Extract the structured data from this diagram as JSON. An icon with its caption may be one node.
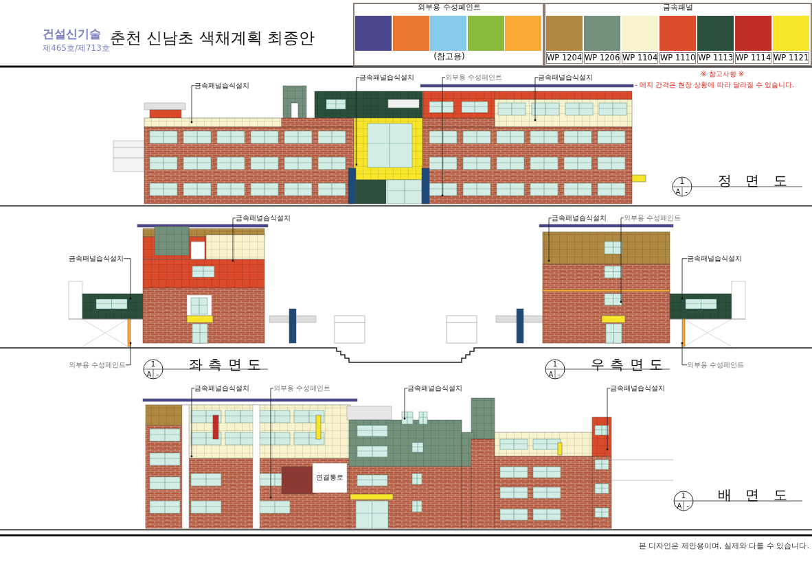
{
  "diagram": {
    "title": "춘천 신남초 색채계획 최종안",
    "nodes": [
      {
        "text": [
          "금속패널습식설치"
        ]
      },
      {
        "text": [
          "금속패널습식설치"
        ]
      },
      {
        "text": [
          "외부용 수성페인트"
        ]
      },
      {
        "text": [
          "금속패널습식설치"
        ]
      },
      {
        "text": [
          "금속패널습식설치"
        ]
      },
      {
        "text": [
          "금속패널습식설치"
        ]
      },
      {
        "text": [
          "외부용 수성페인트"
        ]
      },
      {
        "text": [
          "금속패널습식설치"
        ]
      },
      {
        "text": [
          "외부용 수성페인트"
        ]
      },
      {
        "text": [
          "금속패널습식설치"
        ]
      },
      {
        "text": [
          "외부용 수성페인트"
        ]
      },
      {
        "text": [
          "금속패널습식설치"
        ]
      },
      {
        "text": [
          "외부용 수성페인트"
        ]
      },
      {
        "text": [
          "금속패널습식설치"
        ]
      },
      {
        "text": [
          "금속패널습식설치"
        ]
      }
    ],
    "edges": [
      {
        "from": 0,
        "to": null,
        "arrow": "other"
      },
      {
        "from": 1,
        "to": null,
        "arrow": "other"
      },
      {
        "from": 2,
        "to": null,
        "arrow": "other"
      },
      {
        "from": 3,
        "to": null,
        "arrow": "other"
      },
      {
        "from": 4,
        "to": null,
        "arrow": "other"
      },
      {
        "from": 5,
        "to": null,
        "arrow": "other"
      },
      {
        "from": 6,
        "to": null,
        "arrow": "other"
      },
      {
        "from": 7,
        "to": null,
        "arrow": "other"
      },
      {
        "from": 8,
        "to": null,
        "arrow": "other"
      },
      {
        "from": 9,
        "to": null,
        "arrow": "other"
      },
      {
        "from": 10,
        "to": null,
        "arrow": "other"
      },
      {
        "from": 11,
        "to": null,
        "arrow": "other"
      },
      {
        "from": 12,
        "to": null,
        "arrow": "other"
      },
      {
        "from": 13,
        "to": null,
        "arrow": "other"
      },
      {
        "from": 14,
        "to": null,
        "arrow": "other"
      }
    ],
    "labels": [
      "건설신기술",
      "제465호/제713호",
      "외부용 수성페인트",
      "(참고용)",
      "금속패널",
      "※ 참고사항 ※",
      "- 메지 간격은 현장 상황에 따라 달라질 수 있습니다.",
      "1",
      "A",
      "-",
      "정 면 도",
      "1",
      "A",
      "-",
      "좌 측 면 도",
      "1",
      "A",
      "-",
      "우 측 면 도",
      "연결통로",
      "1",
      "A",
      "-",
      "배 면 도",
      "본 디자인은 제안용이며, 실제와 다를 수 있습니다."
    ],
    "legend": [
      {
        "text": "WP 1204",
        "color": "#b08840"
      },
      {
        "text": "WP 1206",
        "color": "#73917a"
      },
      {
        "text": "WP 1104",
        "color": "#f8f3cc"
      },
      {
        "text": "WP 1110",
        "color": "#dc4a2c"
      },
      {
        "text": "WP 1113",
        "color": "#2a4f3a"
      },
      {
        "text": "WP 1114",
        "color": "#c12e2a"
      },
      {
        "text": "WP 1121",
        "color": "#f7e52a"
      }
    ]
  }
}
